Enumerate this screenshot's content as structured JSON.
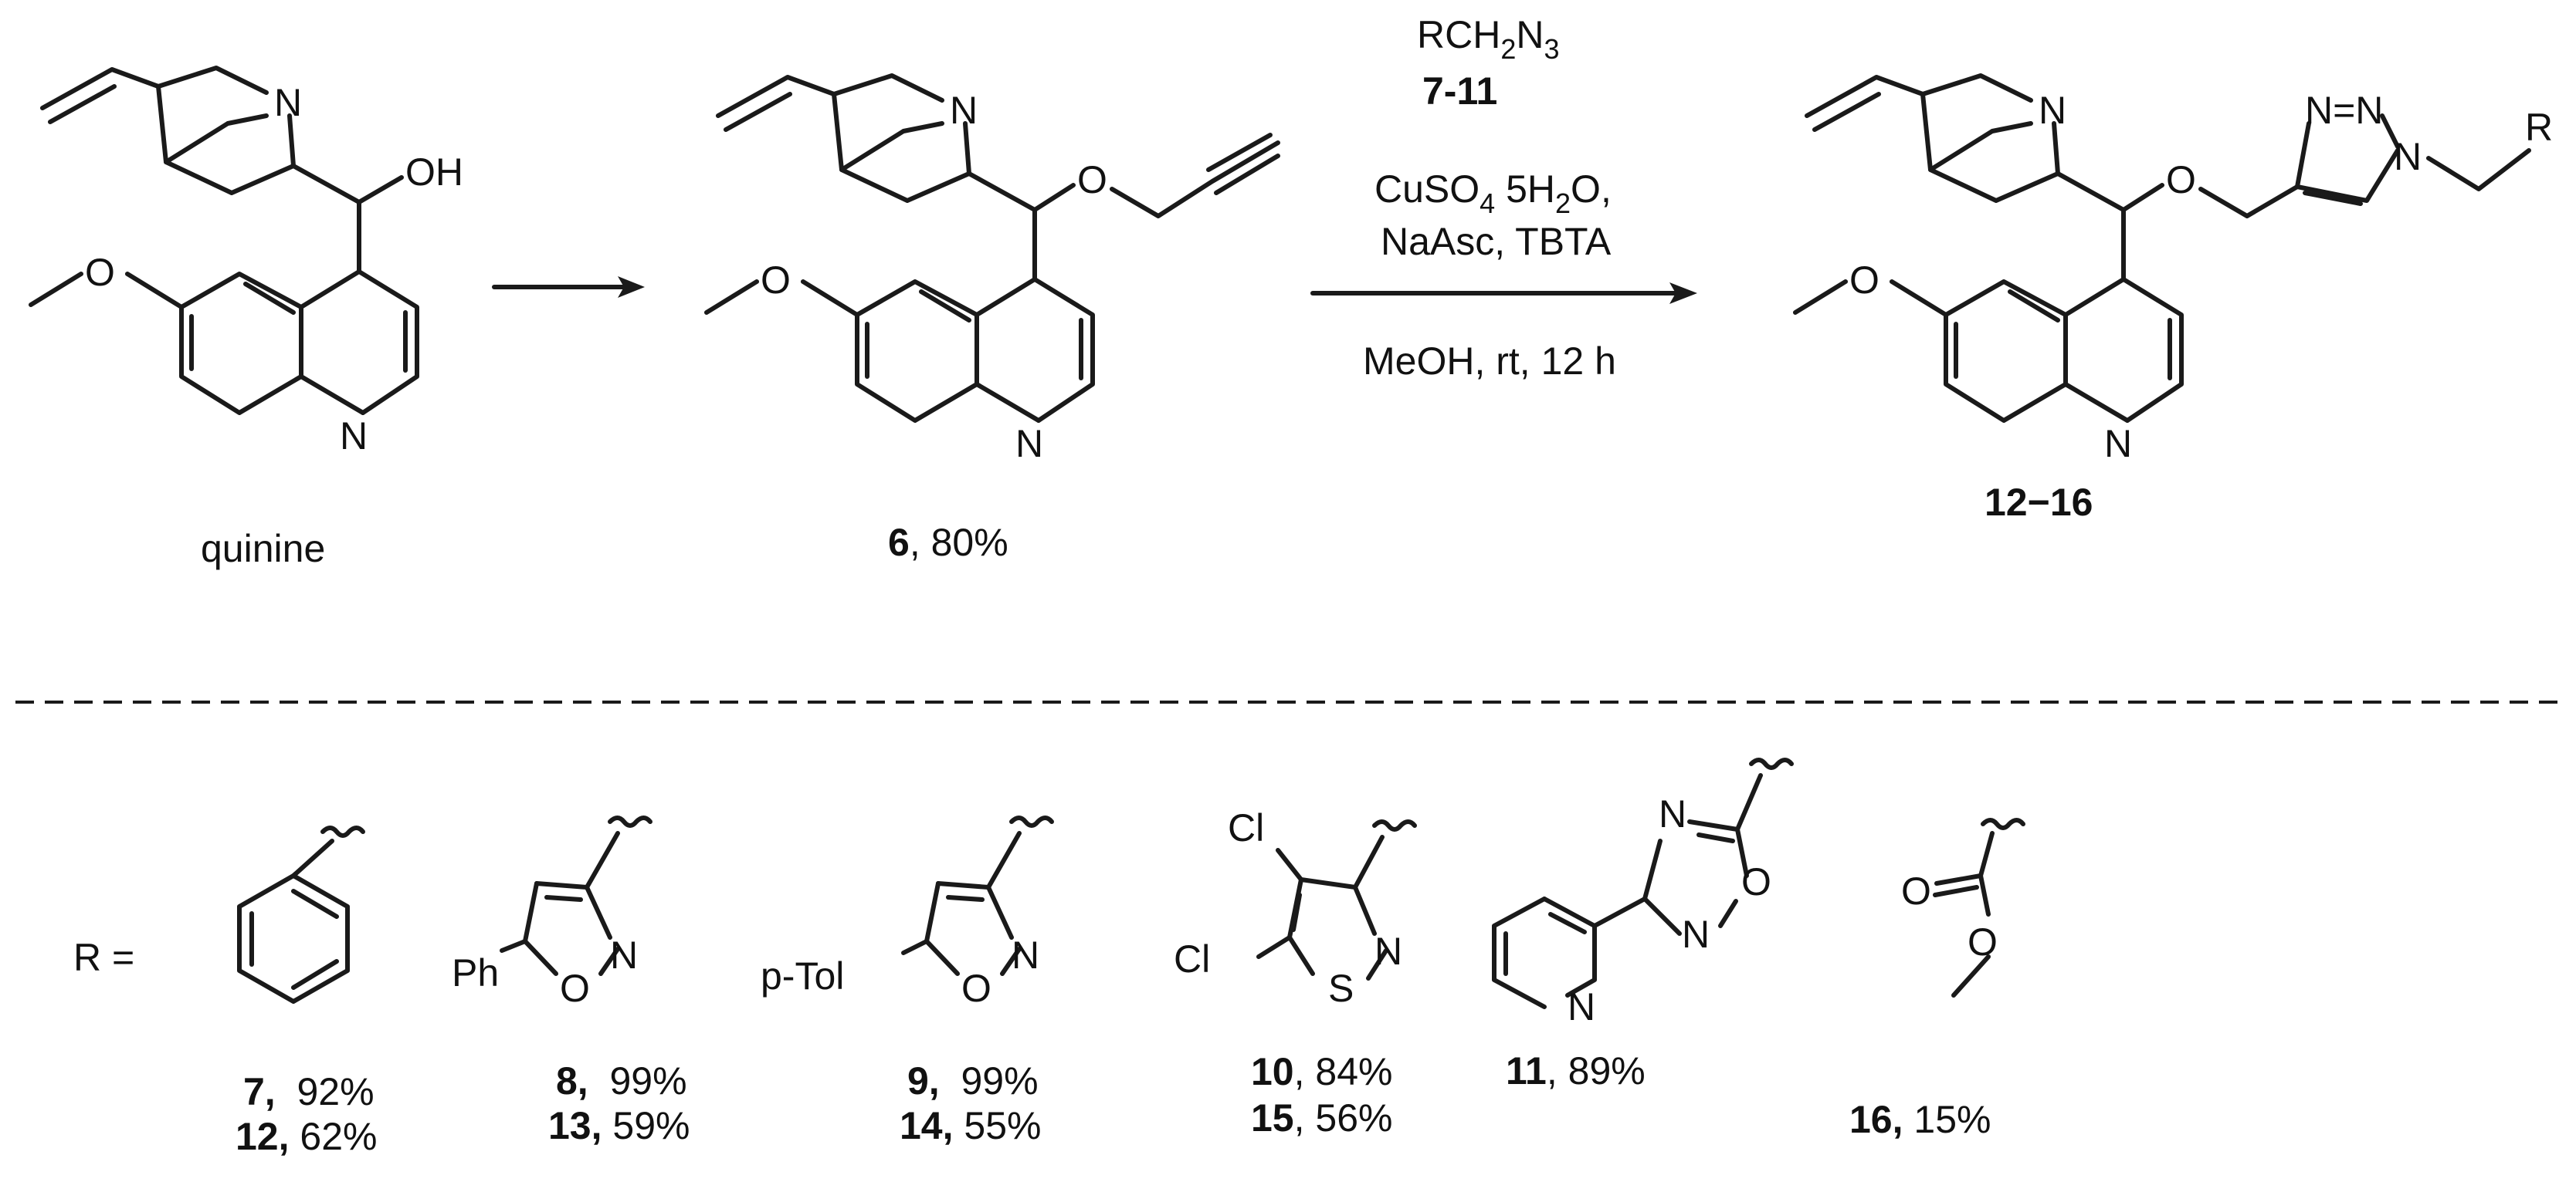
{
  "reaction": {
    "start_label": "quinine",
    "intermediate_number": "6",
    "intermediate_yield": ", 80%",
    "reagent_formula": [
      "R",
      "CH",
      "2",
      "N",
      "3"
    ],
    "reagent_numbers": "7-11",
    "conditions": [
      "CuSO",
      "4",
      " 5H",
      "2",
      "O,"
    ],
    "conditions_line2": "NaAsc, TBTA",
    "conditions_line3": "MeOH, rt, 12 h",
    "product_range": "12−16"
  },
  "atoms": {
    "N": "N",
    "O": "OH",
    "O_plain": "O",
    "R": "R",
    "Ph": "Ph",
    "pTol": "p-Tol",
    "Cl": "Cl",
    "S": "S",
    "triazole_left": "N",
    "triazole_eq": "N=N"
  },
  "r_groups_label": "R =",
  "r_groups": [
    {
      "name": "phenyl",
      "lines": [
        {
          "num": "7,",
          "yield": "  92%"
        },
        {
          "num": "12,",
          "yield": " 62%"
        }
      ]
    },
    {
      "name": "5-phenylisoxazol-3-yl",
      "lines": [
        {
          "num": "8,",
          "yield": "  99%"
        },
        {
          "num": "13,",
          "yield": " 59%"
        }
      ]
    },
    {
      "name": "5-p-tolylisoxazol-3-yl",
      "lines": [
        {
          "num": "9,",
          "yield": "  99%"
        },
        {
          "num": "14,",
          "yield": " 55%"
        }
      ]
    },
    {
      "name": "4,5-dichloroisothiazol-3-yl",
      "lines": [
        {
          "num": "10",
          "yield": ", 84%"
        },
        {
          "num": "15",
          "yield": ", 56%"
        }
      ]
    },
    {
      "name": "3-(pyridin-2-yl)-1,2,4-oxadiazol-5-yl",
      "lines": [
        {
          "num": "11",
          "yield": ", 89%"
        }
      ]
    },
    {
      "name": "methoxycarbonyl",
      "lines": [
        {
          "num": "16,",
          "yield": " 15%"
        }
      ]
    }
  ]
}
